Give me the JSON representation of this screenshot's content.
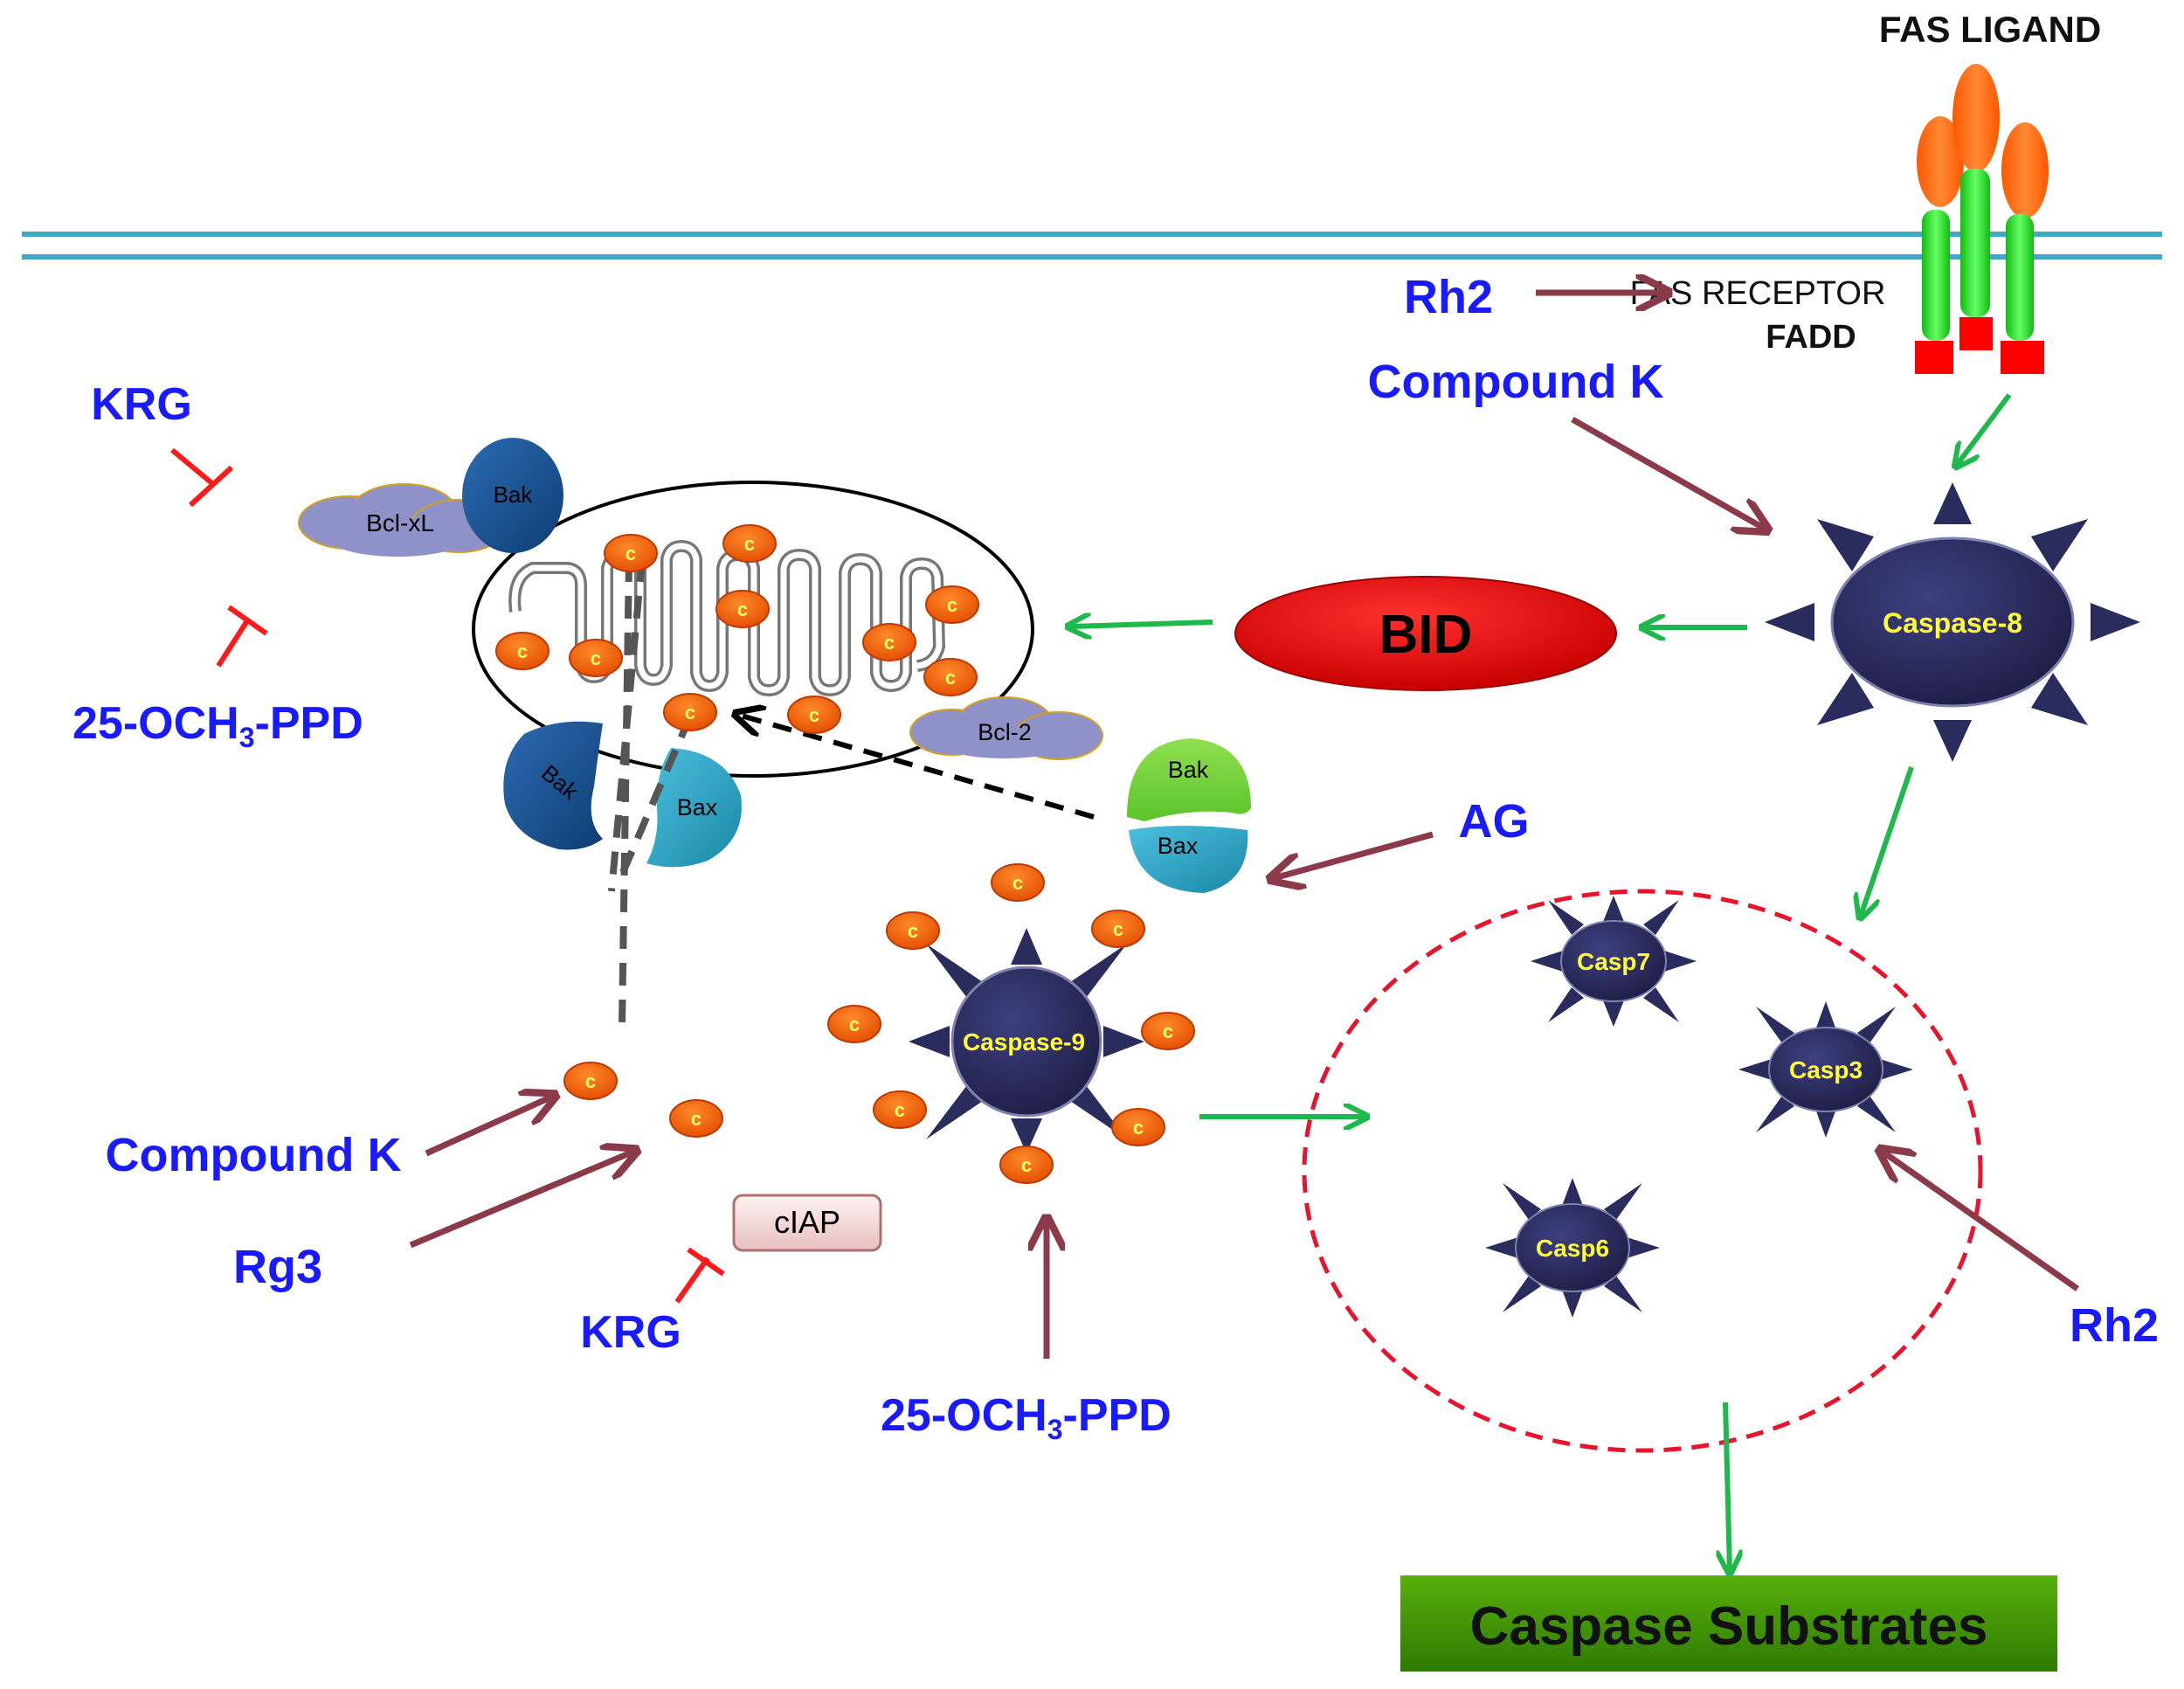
{
  "colors": {
    "membrane": "#3ea9c8",
    "activation_arrow": "#8b3a4a",
    "inhibition": "#ff1a1a",
    "flow_arrow": "#1fb84a",
    "drug_label": "#1a1aff",
    "caspase_fill": "#2b2c5e",
    "caspase_label": "#ffff33",
    "bid_fill": "#e80000",
    "cytc_fill": "#ff5a00",
    "substrates_fill": "#3f8f06",
    "ligand_orange": "#ff6600",
    "receptor_green": "#22dd22",
    "fadd_red": "#ff0000"
  },
  "labels": {
    "fas_ligand": "FAS LIGAND",
    "fas_receptor": "FAS RECEPTOR",
    "fadd": "FADD",
    "rh2_top": "Rh2",
    "compound_k_top": "Compound K",
    "krg_top": "KRG",
    "ocph3_left_prefix": "25-OCH",
    "ocph3_left_sub": "3",
    "ocph3_left_suffix": "-PPD",
    "bid": "BID",
    "caspase8": "Caspase-8",
    "caspase9": "Caspase-9",
    "casp7": "Casp7",
    "casp3": "Casp3",
    "casp6": "Casp6",
    "bcl_xl": "Bcl-xL",
    "bcl_2": "Bcl-2",
    "bak_top": "Bak",
    "bak_bottom": "Bak",
    "bax_bottom": "Bax",
    "bak_free": "Bak",
    "bax_free": "Bax",
    "ag": "AG",
    "compound_k_bottom": "Compound K",
    "rg3": "Rg3",
    "ciap": "cIAP",
    "krg_bottom": "KRG",
    "ocph3_bottom_prefix": "25-OCH",
    "ocph3_bottom_sub": "3",
    "ocph3_bottom_suffix": "-PPD",
    "rh2_right": "Rh2",
    "caspase_substrates": "Caspase Substrates",
    "cytochrome_c": "c"
  }
}
